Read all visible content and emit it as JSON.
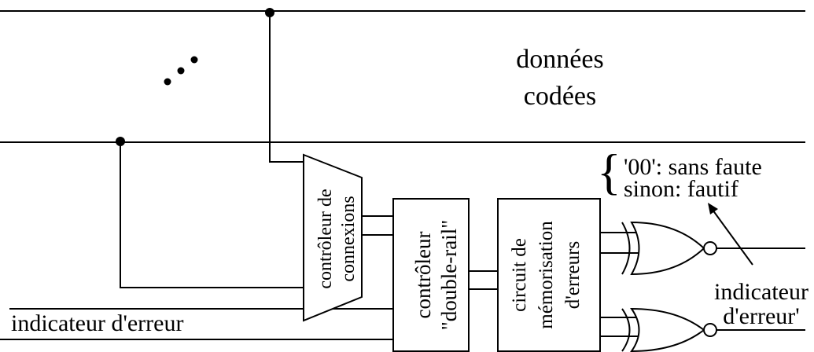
{
  "diagram": {
    "bus_label": {
      "line1": "données",
      "line2": "codées"
    },
    "connection_checker": {
      "line1": "contrôleur de",
      "line2": "connexions"
    },
    "double_rail_checker": {
      "line1": "contrôleur",
      "line2": "\"double-rail\""
    },
    "error_memory": {
      "line1": "circuit de",
      "line2": "mémorisation",
      "line3": "d'erreurs"
    },
    "output_legend": {
      "brace": "{",
      "line1": "'00': sans faute",
      "line2": "sinon: fautif"
    },
    "output_indicator_label": {
      "line1": "indicateur",
      "line2": "d'erreur'"
    },
    "input_indicator_label": "indicateur d'erreur"
  },
  "colors": {
    "ink": "#000000",
    "background": "#ffffff"
  }
}
